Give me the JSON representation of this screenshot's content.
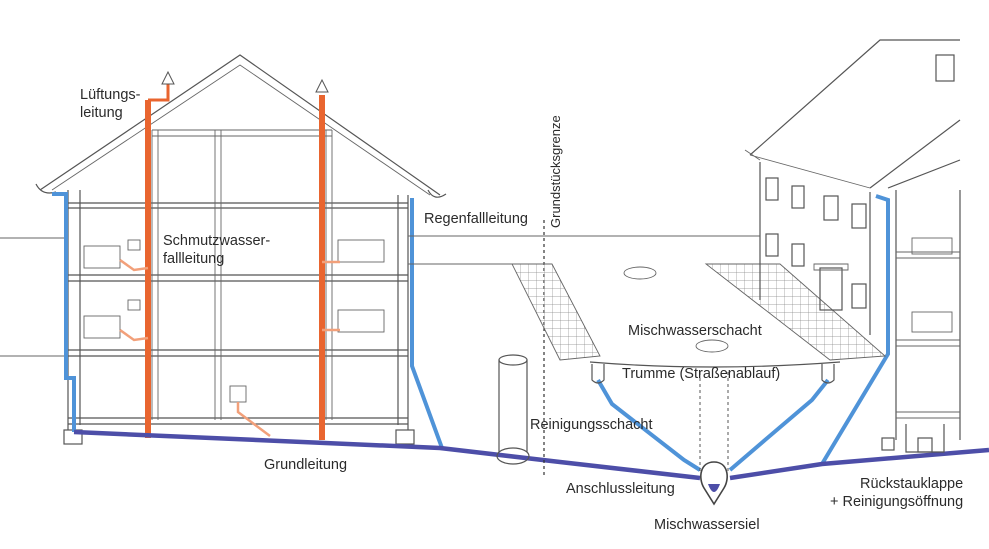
{
  "labels": {
    "lueftung": "Lüftungs-\nleitung",
    "schmutz": "Schmutzwasser-\nfallleitung",
    "regenfall": "Regenfallleitung",
    "grenze": "Grundstücksgrenze",
    "mischschacht": "Mischwasserschacht",
    "trumme": "Trumme (Straßenablauf)",
    "reinigungsschacht": "Reinigungsschacht",
    "grundleitung": "Grundleitung",
    "anschluss": "Anschlussleitung",
    "siel": "Mischwassersiel",
    "rueckstau": "Rückstauklappe\n+ Reinigungsöffnung"
  },
  "colors": {
    "vent": "#e9652f",
    "vent_light": "#f2a07a",
    "rain": "#4f93d8",
    "sewer": "#4d4ea8",
    "line": "#555555"
  }
}
